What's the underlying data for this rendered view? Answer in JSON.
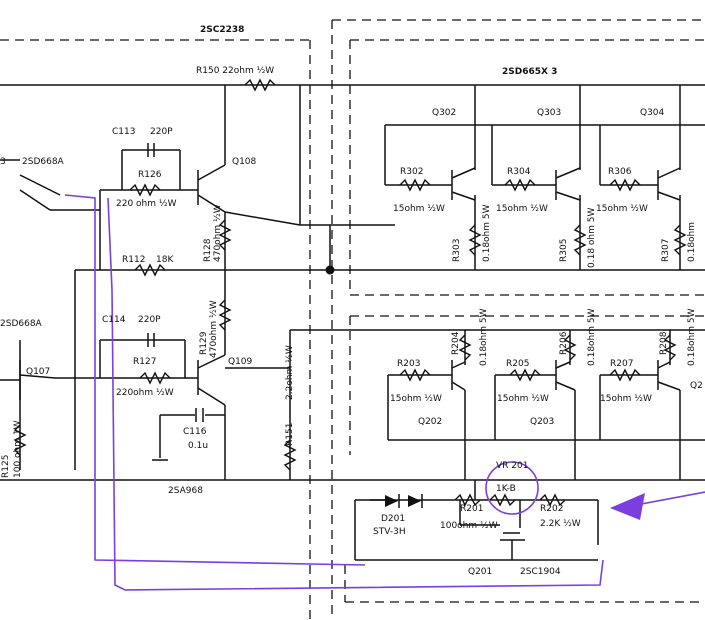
{
  "labels": {
    "q108_type": "2SC2238",
    "r150": "R150  22ohm ½W",
    "out_transistors_top": "2SD665X 3",
    "q302": "Q302",
    "q303": "Q303",
    "q304": "Q304",
    "c113": "C113",
    "c113_val": "220P",
    "q_left_top": "2SD668A",
    "r126": "R126",
    "r126_val": "220 ohm ½W",
    "q108": "Q108",
    "r302": "R302",
    "r302_val": "15ohm ½W",
    "r304": "R304",
    "r304_val": "15ohm ½W",
    "r306": "R306",
    "r306_val": "15ohm ½W",
    "r303": "R303",
    "r303_val": "0.18ohm 5W",
    "r305": "R305",
    "r305_val": "0.18 ohm 5W",
    "r307": "R307",
    "r307_val": "0.18ohm",
    "r128": "R128",
    "r128_val": "470ohm ½W",
    "r112": "R112",
    "r112_val": "18K",
    "q_left_mid": "2SD668A",
    "c114": "C114",
    "c114_val": "220P",
    "r129": "R129",
    "r129_val": "470ohm ½W",
    "r204": "R204",
    "r204_val": "0.18ohm 5W",
    "r206": "R206",
    "r206_val": "0.18ohm 5W",
    "r208": "R208",
    "r208_val": "0.18ohm 5W",
    "q107": "Q107",
    "r127": "R127",
    "r127_val": "220ohm ½W",
    "q109": "Q109",
    "r151": "R151",
    "r151_val": "2.2ohm ½W",
    "r203": "R203",
    "r203_val": "15ohm ½W",
    "r205": "R205",
    "r205_val": "15ohm ½W",
    "r207": "R207",
    "r207_val": "15ohm ½W",
    "q_far_right": "Q2",
    "q202": "Q202",
    "q203": "Q203",
    "r125": "R125",
    "r125_val": "100 ohm 1W",
    "c116": "C116",
    "c116_val": "0.1u",
    "q109_type": "2SA968",
    "vr201": "VR 201",
    "vr201_val": "1K-B",
    "d201": "D201",
    "d201_val": "STV-3H",
    "r201": "R201",
    "r201_val": "100ohm ½W",
    "r202": "R202",
    "r202_val": "2.2K ½W",
    "q201": "Q201",
    "q201_type": "2SC1904",
    "left_cut_label": "3"
  },
  "colors": {
    "ink": "#111111",
    "annotation": "#7b3fe0"
  }
}
